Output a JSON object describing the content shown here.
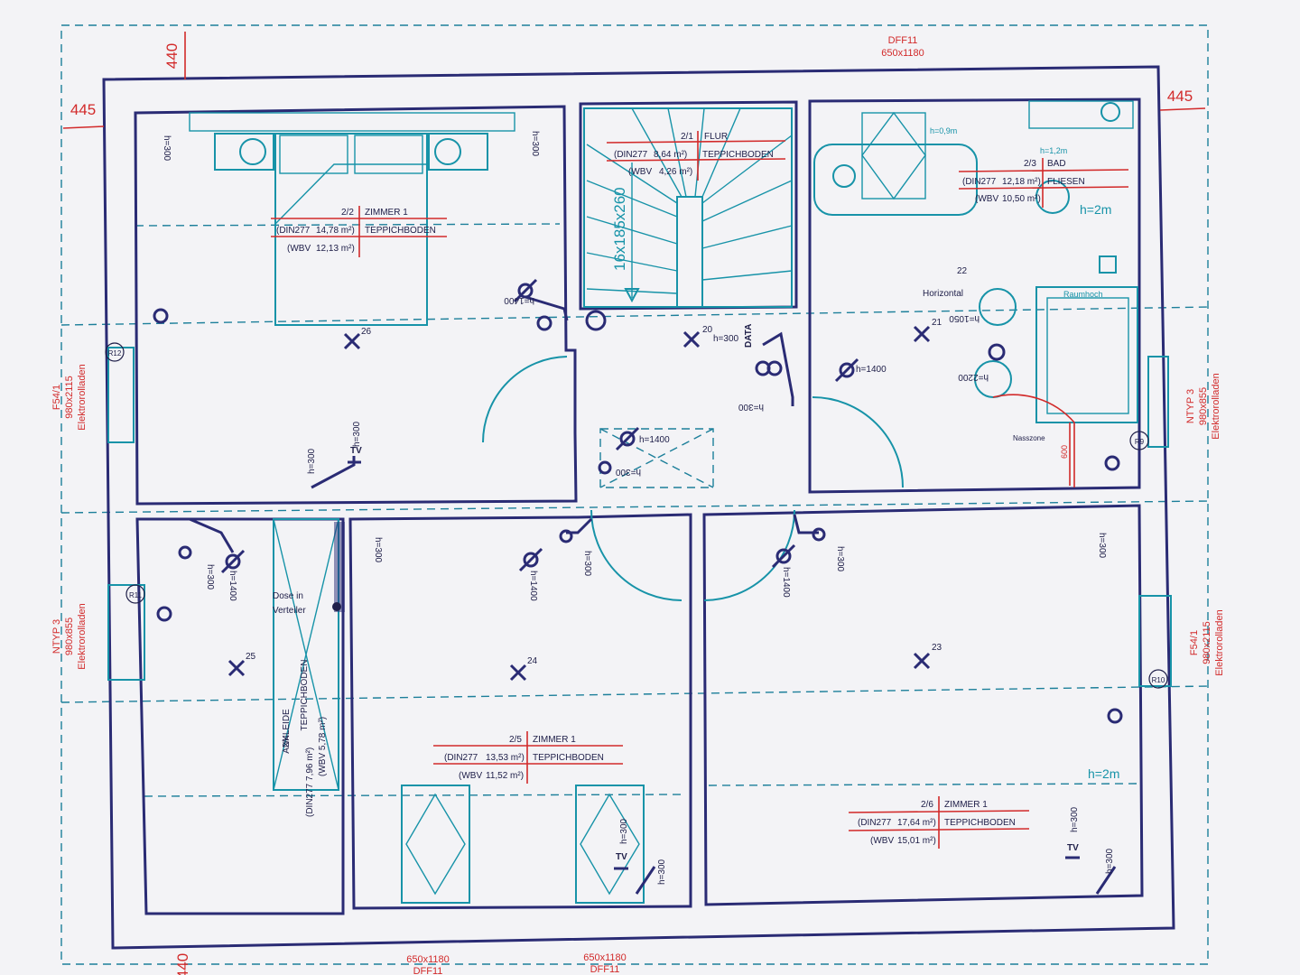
{
  "dims": {
    "top_offset": "440",
    "bottom_offset": "440",
    "left_offset": "445",
    "right_offset": "445",
    "top_window_name": "DFF11",
    "top_window_size": "650x1180",
    "bottom_window_1_size": "650x1180",
    "bottom_window_1_name": "DFF11",
    "bottom_window_2_size": "650x1180",
    "bottom_window_2_name": "DFF11",
    "left_upper_window": [
      "F54/1",
      "980x2115",
      "Elektrorolladen"
    ],
    "left_lower_window": [
      "NTYP 3",
      "980x855",
      "Elektrorolladen"
    ],
    "right_upper_window": [
      "NTYP 3",
      "980x855",
      "Elektrorolladen"
    ],
    "right_lower_window": [
      "F54/1",
      "980x2115",
      "Elektrorolladen"
    ]
  },
  "rooms": [
    {
      "id": "zimmer1-top",
      "no": "2/2",
      "name": "ZIMMER 1",
      "din_label": "(DIN277",
      "din_area": "14,78 m²)",
      "wbv_label": "(WBV",
      "wbv_area": "12,13 m²)",
      "floor": "TEPPICHBODEN"
    },
    {
      "id": "flur",
      "no": "2/1",
      "name": "FLUR",
      "din_label": "(DIN277",
      "din_area": "8,64 m²)",
      "wbv_label": "(WBV",
      "wbv_area": "4,26 m²)",
      "floor": "TEPPICHBODEN"
    },
    {
      "id": "bad",
      "no": "2/3",
      "name": "BAD",
      "din_label": "(DIN277",
      "din_area": "12,18 m²)",
      "wbv_label": "(WBV",
      "wbv_area": "10,50 m²)",
      "floor": "FLIESEN"
    },
    {
      "id": "zimmer1-bottom",
      "no": "2/5",
      "name": "ZIMMER 1",
      "din_label": "(DIN277",
      "din_area": "13,53 m²)",
      "wbv_label": "(WBV",
      "wbv_area": "11,52 m²)",
      "floor": "TEPPICHBODEN"
    },
    {
      "id": "zimmer1-right",
      "no": "2/6",
      "name": "ZIMMER 1",
      "din_label": "(DIN277",
      "din_area": "17,64 m²)",
      "wbv_label": "(WBV",
      "wbv_area": "15,01 m²)",
      "floor": "TEPPICHBODEN"
    }
  ],
  "ankleide": {
    "no": "2/4",
    "name": "ANKLEIDE",
    "floor": "TEPPICHBODEN",
    "din": "(DIN277  7,96 m²)",
    "wbv": "(WBV  5,78 m²)"
  },
  "stair": {
    "label": "16x185x260"
  },
  "labels": {
    "h300": "h=300",
    "h1400": "h=1400",
    "h2200": "h=2200",
    "h1050": "h=1050",
    "h2m": "h=2m",
    "h09": "h=0,9m",
    "h12": "h=1,2m",
    "tv": "TV",
    "data": "DATA",
    "horizontal": "Horizontal",
    "raumhoch": "Raumhoch",
    "nasszone": "Nasszone",
    "dim600": "600",
    "dose_line1": "Dose in",
    "dose_line2": "Verteiler",
    "r12": "R12",
    "r11": "R11",
    "r9": "R9",
    "r10": "R10",
    "n20": "20",
    "n21": "21",
    "n22": "22",
    "n23": "23",
    "n24": "24",
    "n25": "25",
    "n26": "26"
  },
  "colors": {
    "wall": "#2a2b74",
    "fixture": "#1793a8",
    "dimension": "#d22a2a",
    "paper": "#f3f3f6"
  }
}
